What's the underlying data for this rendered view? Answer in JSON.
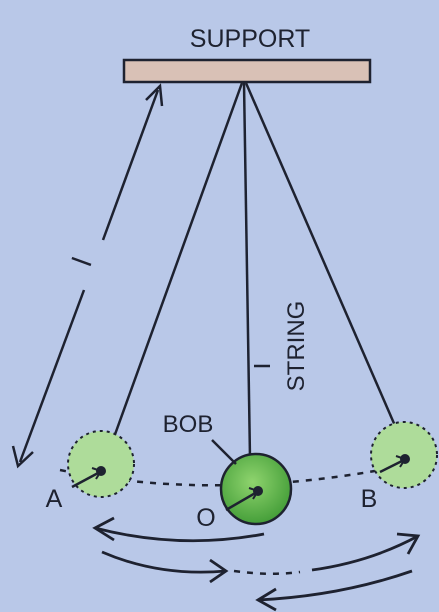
{
  "labels": {
    "support": "SUPPORT",
    "string": "STRING",
    "bob": "BOB",
    "length": "l",
    "point_a": "A",
    "point_o": "O",
    "point_b": "B"
  },
  "colors": {
    "background": "#b9c8e8",
    "support_fill": "#d9c1b6",
    "bob_fill": "#5aa84a",
    "bob_faded_fill": "#aedc9a",
    "line": "#1e2230"
  }
}
